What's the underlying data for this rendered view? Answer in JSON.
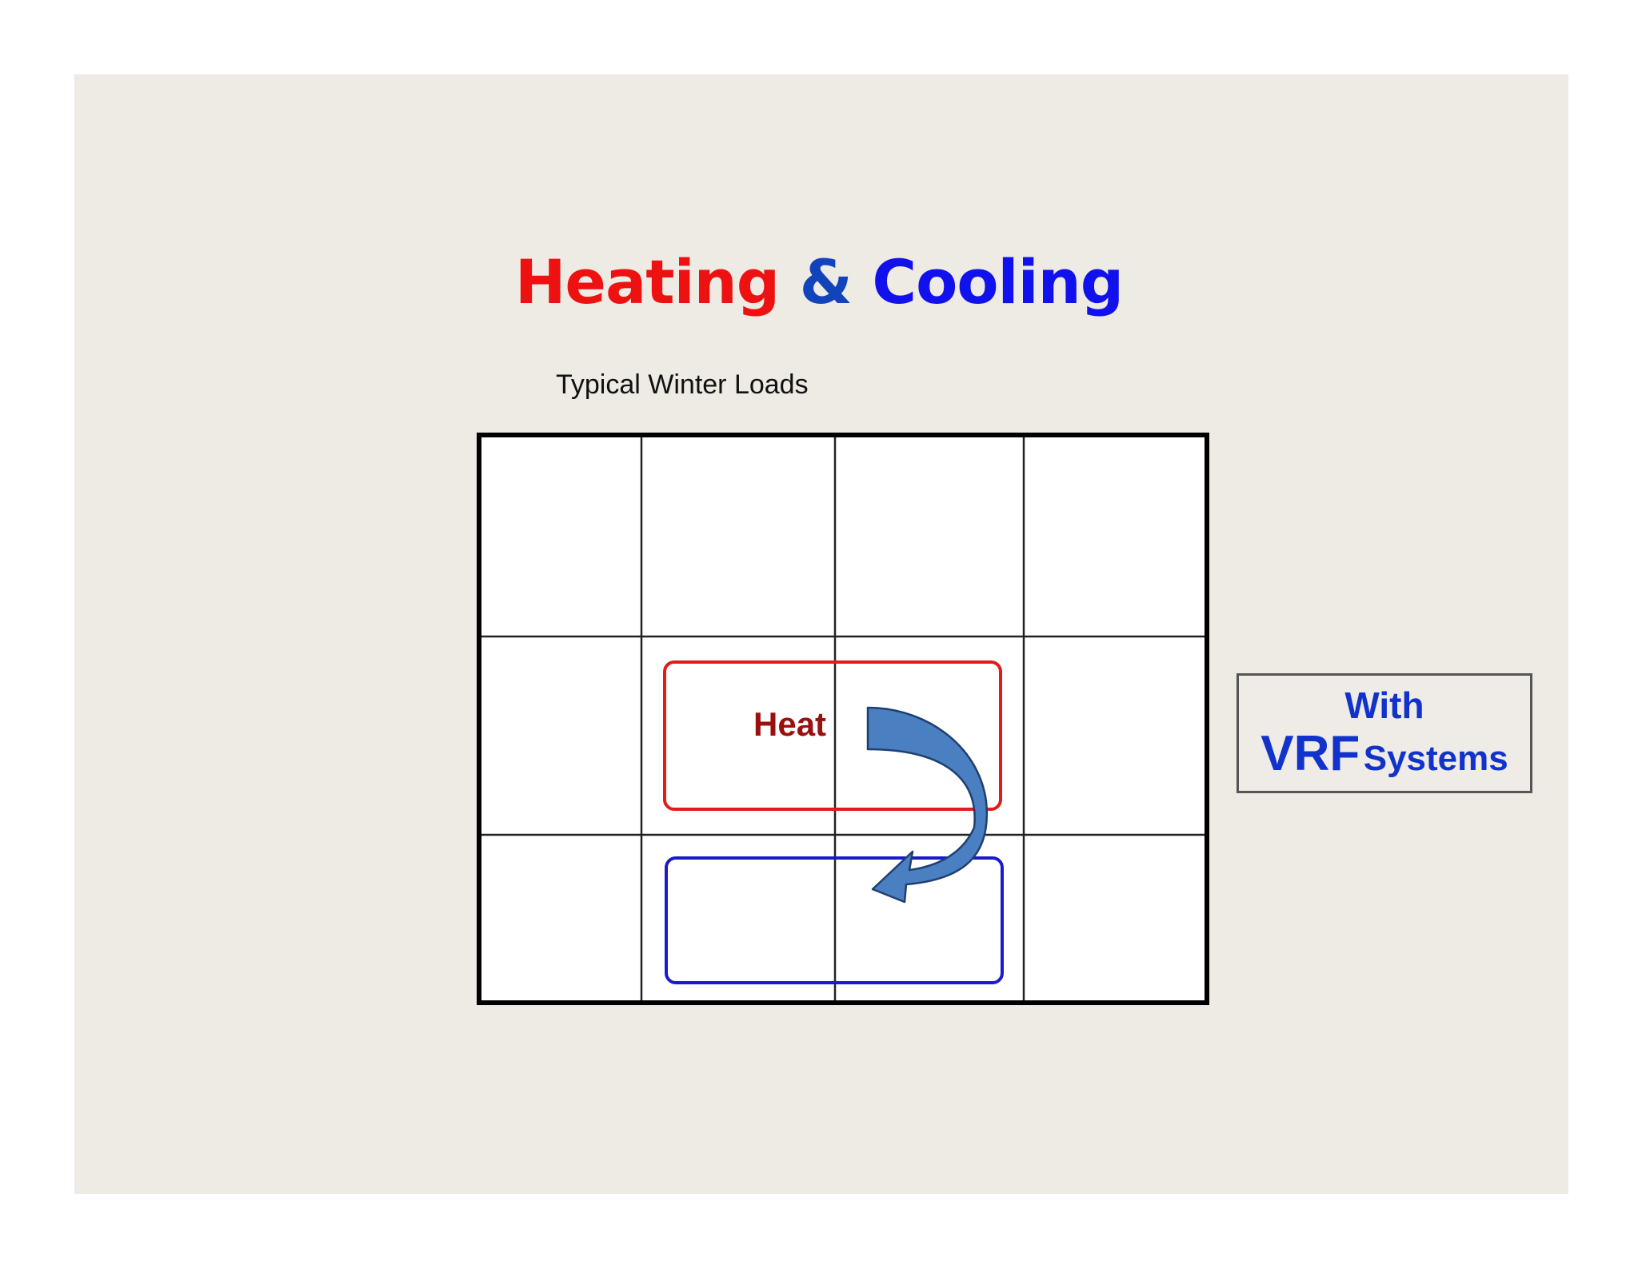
{
  "title": {
    "heating": "Heating",
    "amp": "&",
    "cooling": "Cooling"
  },
  "subtitle": "Typical Winter Loads",
  "diagram": {
    "grid": {
      "rows": 3,
      "cols": 4
    },
    "heat_zone": {
      "label": "Heat",
      "color": "#e21a1a"
    },
    "cool_zone": {
      "label": "",
      "color": "#1a1acc"
    },
    "arrow": {
      "direction": "heat-zone-to-cool-zone",
      "color": "#4a7fc1"
    }
  },
  "callout": {
    "line1": "With",
    "vrf": "VRF",
    "systems": "Systems"
  },
  "colors": {
    "heating": "#ee1111",
    "cooling": "#1111ee",
    "slide_background": "#eeeae4"
  }
}
